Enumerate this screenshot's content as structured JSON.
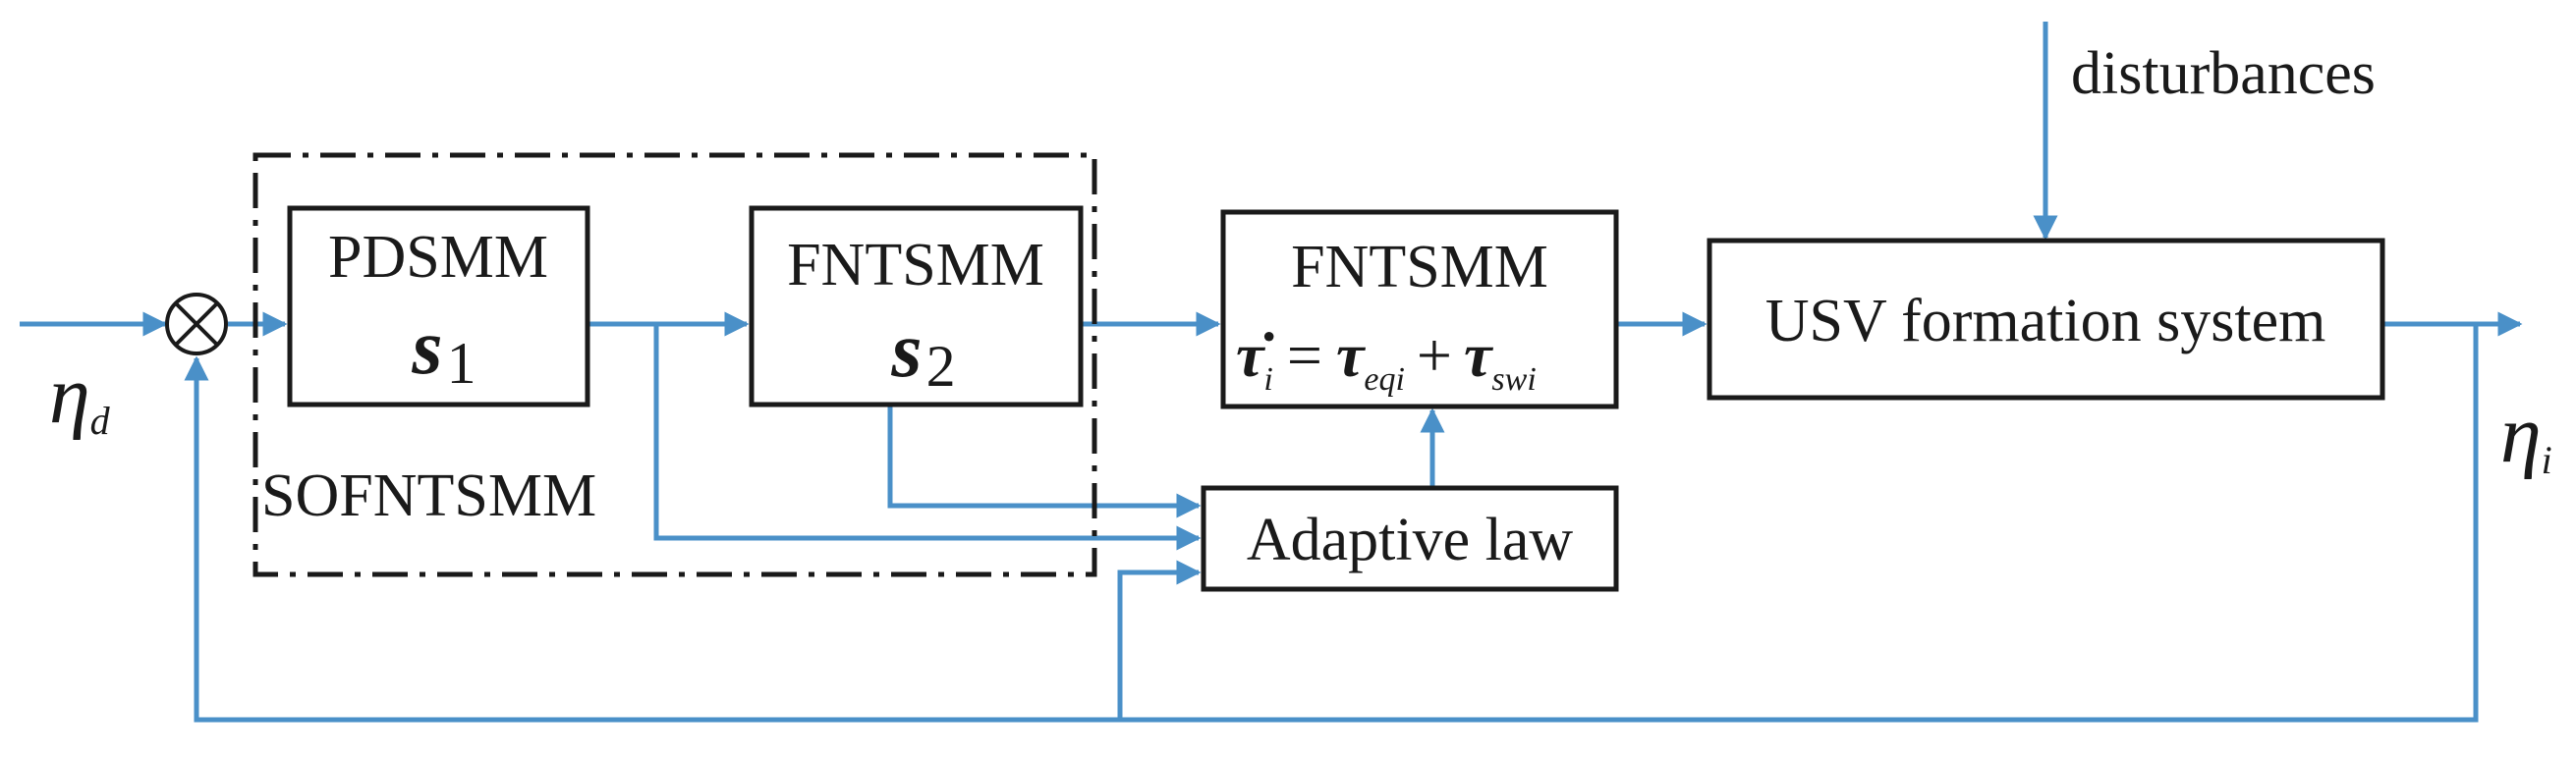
{
  "blocks": {
    "pdsmm": {
      "title": "PDSMM",
      "symbol": "s",
      "subscript": "1"
    },
    "fntsmm_s2": {
      "title": "FNTSMM",
      "symbol": "s",
      "subscript": "2"
    },
    "fntsmm_law": {
      "title": "FNTSMM",
      "lhs": "τ̇",
      "lhs_sub": "i",
      "equals": "=",
      "term1": "τ",
      "term1_sub": "eqi",
      "plus": "+",
      "term2": "τ",
      "term2_sub": "swi"
    },
    "plant": {
      "title": "USV formation system"
    },
    "adaptive": {
      "title": "Adaptive law"
    },
    "group": {
      "title": "SOFNTSMM"
    }
  },
  "signals": {
    "input": {
      "symbol": "η",
      "subscript": "d"
    },
    "output": {
      "symbol": "η",
      "subscript": "i"
    },
    "disturbance": "disturbances"
  },
  "colors": {
    "wire": "#4a90c8",
    "stroke": "#1a1a1a"
  }
}
